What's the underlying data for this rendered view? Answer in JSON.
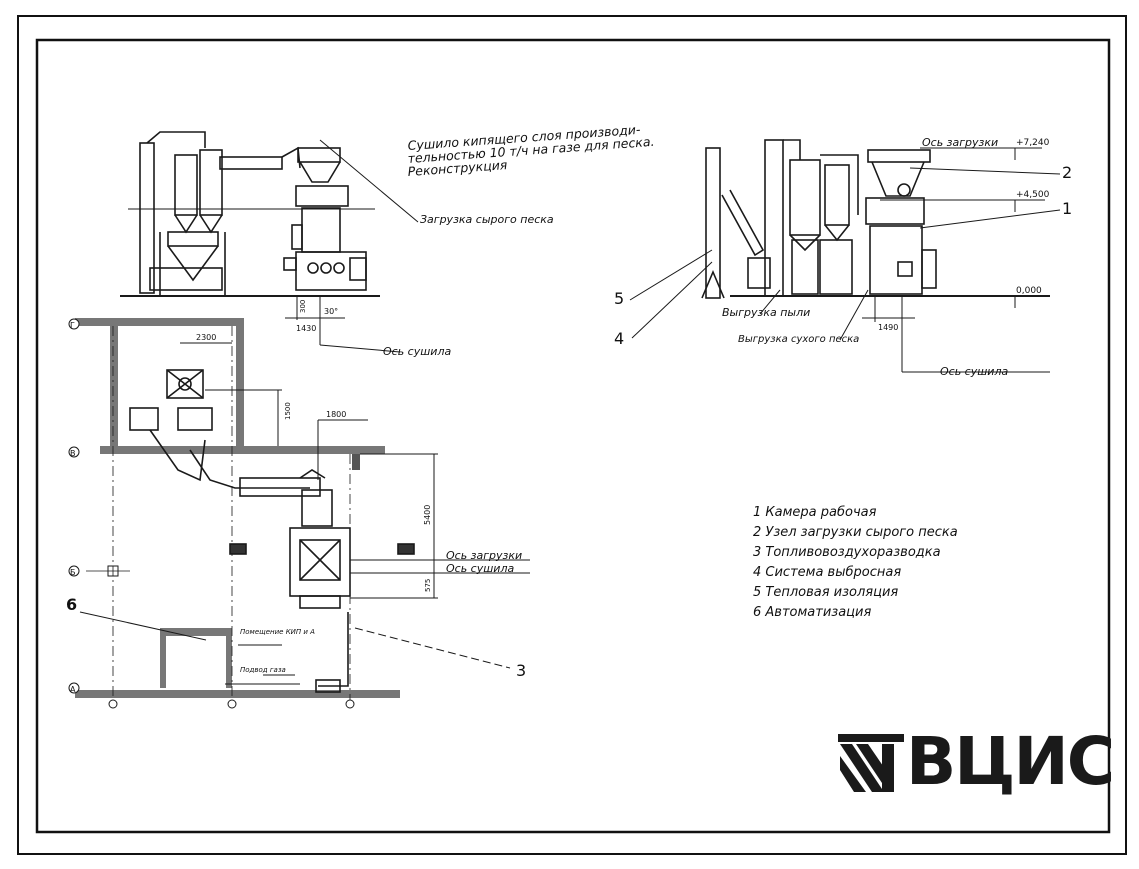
{
  "title": {
    "line1": "Сушило кипящего слоя производи-",
    "line2": "тельностью 10 т/ч на газе для песка.",
    "line3": "Реконструкция"
  },
  "annotations": {
    "raw_sand_loading": "Загрузка сырого песка",
    "dryer_axis_1": "Ось сушила",
    "dryer_axis_2": "Ось сушила",
    "dryer_axis_3": "Ось сушила",
    "loading_axis_1": "Ось загрузки",
    "loading_axis_2": "Ось загрузки",
    "dust_unloading": "Выгрузка пыли",
    "dry_sand_unloading": "Выгрузка сухого песка",
    "kip_room": "Помещение КИП и А",
    "fuel_supply": "Подвод газа"
  },
  "dimensions": {
    "d1430": "1430",
    "d30": "30°",
    "d2300": "2300",
    "d1800": "1800",
    "d1500": "1500",
    "d5400": "5400",
    "d1490": "1490",
    "d300": "300",
    "d575": "575"
  },
  "levels": {
    "l7240": "+7,240",
    "l4500": "+4,500",
    "l0000": "0,000"
  },
  "grid_axes": {
    "g": "Г",
    "v": "В",
    "b": "Б",
    "a": "А"
  },
  "callouts": {
    "c1": "1",
    "c2": "2",
    "c3": "3",
    "c4": "4",
    "c5": "5",
    "c6": "6"
  },
  "legend": [
    "1 Камера рабочая",
    "2 Узел загрузки сырого песка",
    "3 Топливовоздухоразводка",
    "4 Система выбросная",
    "5 Тепловая изоляция",
    "6 Автоматизация"
  ],
  "logo": {
    "text": "ВЦИС"
  }
}
